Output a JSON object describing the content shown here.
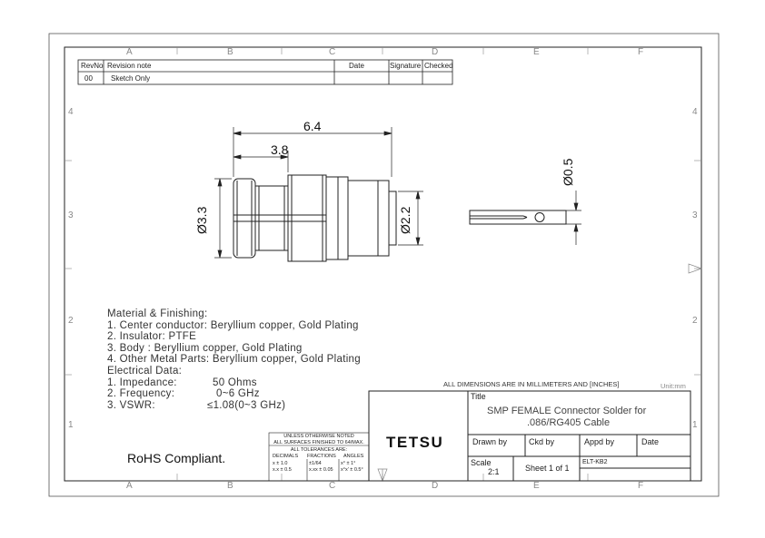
{
  "zones": {
    "top": [
      "A",
      "B",
      "C",
      "D",
      "E",
      "F"
    ],
    "bottom": [
      "A",
      "B",
      "C",
      "D",
      "E",
      "F"
    ],
    "left": [
      "4",
      "3",
      "2",
      "1"
    ],
    "right": [
      "4",
      "3",
      "2",
      "1"
    ]
  },
  "revision_table": {
    "headers": [
      "RevNo",
      "Revision note",
      "Date",
      "Signature",
      "Checked"
    ],
    "row": [
      "00",
      "Sketch Only",
      "",
      "",
      ""
    ]
  },
  "dimensions": {
    "overall_length": "6.4",
    "partial_length": "3.8",
    "body_diameter": "Ø3.3",
    "rear_diameter": "Ø2.2",
    "pin_diameter": "Ø0.5"
  },
  "notes": {
    "material_heading": "Material & Finishing:",
    "material_items": [
      "1. Center conductor: Beryllium copper, Gold Plating",
      "2. Insulator: PTFE",
      "3. Body : Beryllium copper, Gold Plating",
      "4. Other Metal Parts: Beryllium copper, Gold Plating"
    ],
    "electrical_heading": "Electrical Data:",
    "electrical_items": [
      {
        "label": "1. Impedance:",
        "value": "50 Ohms"
      },
      {
        "label": "2. Frequency:",
        "value": "0~6 GHz"
      },
      {
        "label": "3. VSWR:",
        "value": "≤1.08(0~3 GHz)"
      }
    ]
  },
  "rohs": "RoHS Compliant.",
  "units_note": "ALL DIMENSIONS ARE IN MILLIMETERS AND [INCHES]",
  "unit_label": "Unit:mm",
  "tolerance_block": {
    "line1": "UNLESS OTHERWISE NOTED",
    "line2": "ALL SURFACES FINISHED TO 64/MAX.",
    "line3": "ALL TOLERANCES ARE:",
    "col_headers": [
      "DECIMALS",
      "FRACTIONS",
      "ANGLES"
    ],
    "decimals": [
      "x ± 1.0",
      "x.x ± 0.5"
    ],
    "fractions": [
      "±1/64",
      "x.xx ± 0.05"
    ],
    "angles": [
      "x° ± 1°",
      "x°x' ± 0.5°"
    ]
  },
  "title_block": {
    "company": "TETSU",
    "title_label": "Title",
    "title_line1": "SMP FEMALE   Connector Solder for",
    "title_line2": ".086/RG405  Cable",
    "drawn_by": "Drawn by",
    "ckd_by": "Ckd by",
    "appd_by": "Appd by",
    "date": "Date",
    "scale_label": "Scale",
    "scale_value": "2:1",
    "sheet": "Sheet 1 of 1",
    "drawing_no": "ELT-KB2"
  },
  "colors": {
    "line": "#222222",
    "frame": "#555555",
    "zone_text": "#888888"
  }
}
